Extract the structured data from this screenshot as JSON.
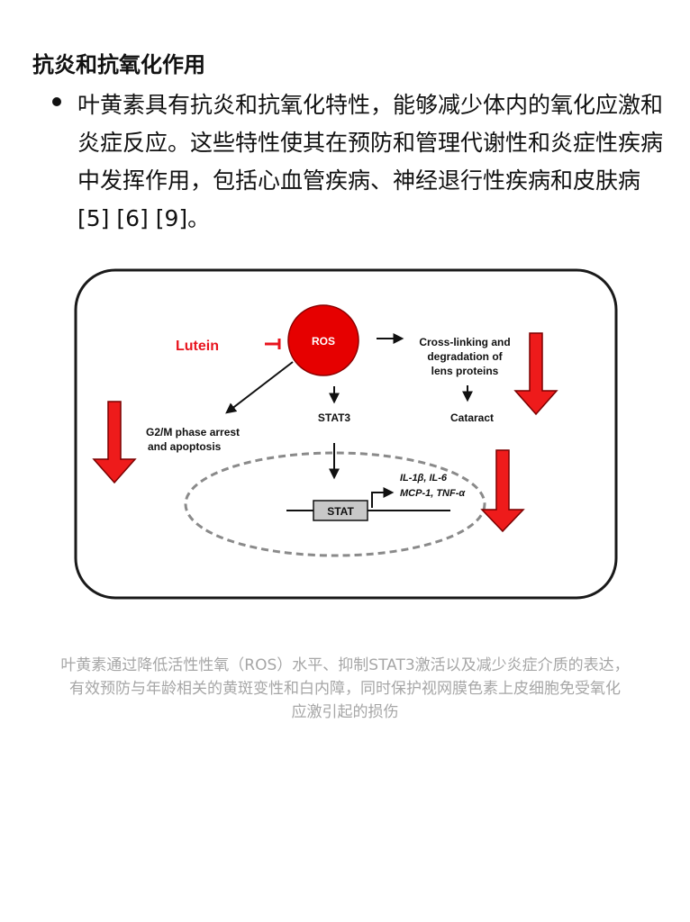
{
  "section": {
    "heading": "抗炎和抗氧化作用",
    "bullet": "叶黄素具有抗炎和抗氧化特性，能够减少体内的氧化应激和炎症反应。这些特性使其在预防和管理代谢性和炎症性疾病中发挥作用，包括心血管疾病、神经退行性疾病和皮肤病[5] [6] [9]。"
  },
  "diagram": {
    "lutein": "Lutein",
    "ros": "ROS",
    "crosslink_lines": [
      "Cross-linking and",
      "degradation of",
      "lens proteins"
    ],
    "cataract": "Cataract",
    "stat3": "STAT3",
    "g2m_lines": [
      "G2/M phase arrest",
      "and apoptosis"
    ],
    "stat": "STAT",
    "cytokines_line1": "IL-1β, IL-6",
    "cytokines_line2": "MCP-1, TNF-α",
    "colors": {
      "accent": "#e8141e",
      "arrow_fill": "#ee1b1b",
      "stat_box": "#c8c8c8",
      "nucleus_border": "#8a8a8a"
    }
  },
  "caption": {
    "line1": "叶黄素通过降低活性性氧（ROS）水平、抑制STAT3激活以及减少炎症介质的表达，",
    "line2": "有效预防与年龄相关的黄斑变性和白内障，同时保护视网膜色素上皮细胞免受氧化",
    "line3": "应激引起的损伤"
  }
}
